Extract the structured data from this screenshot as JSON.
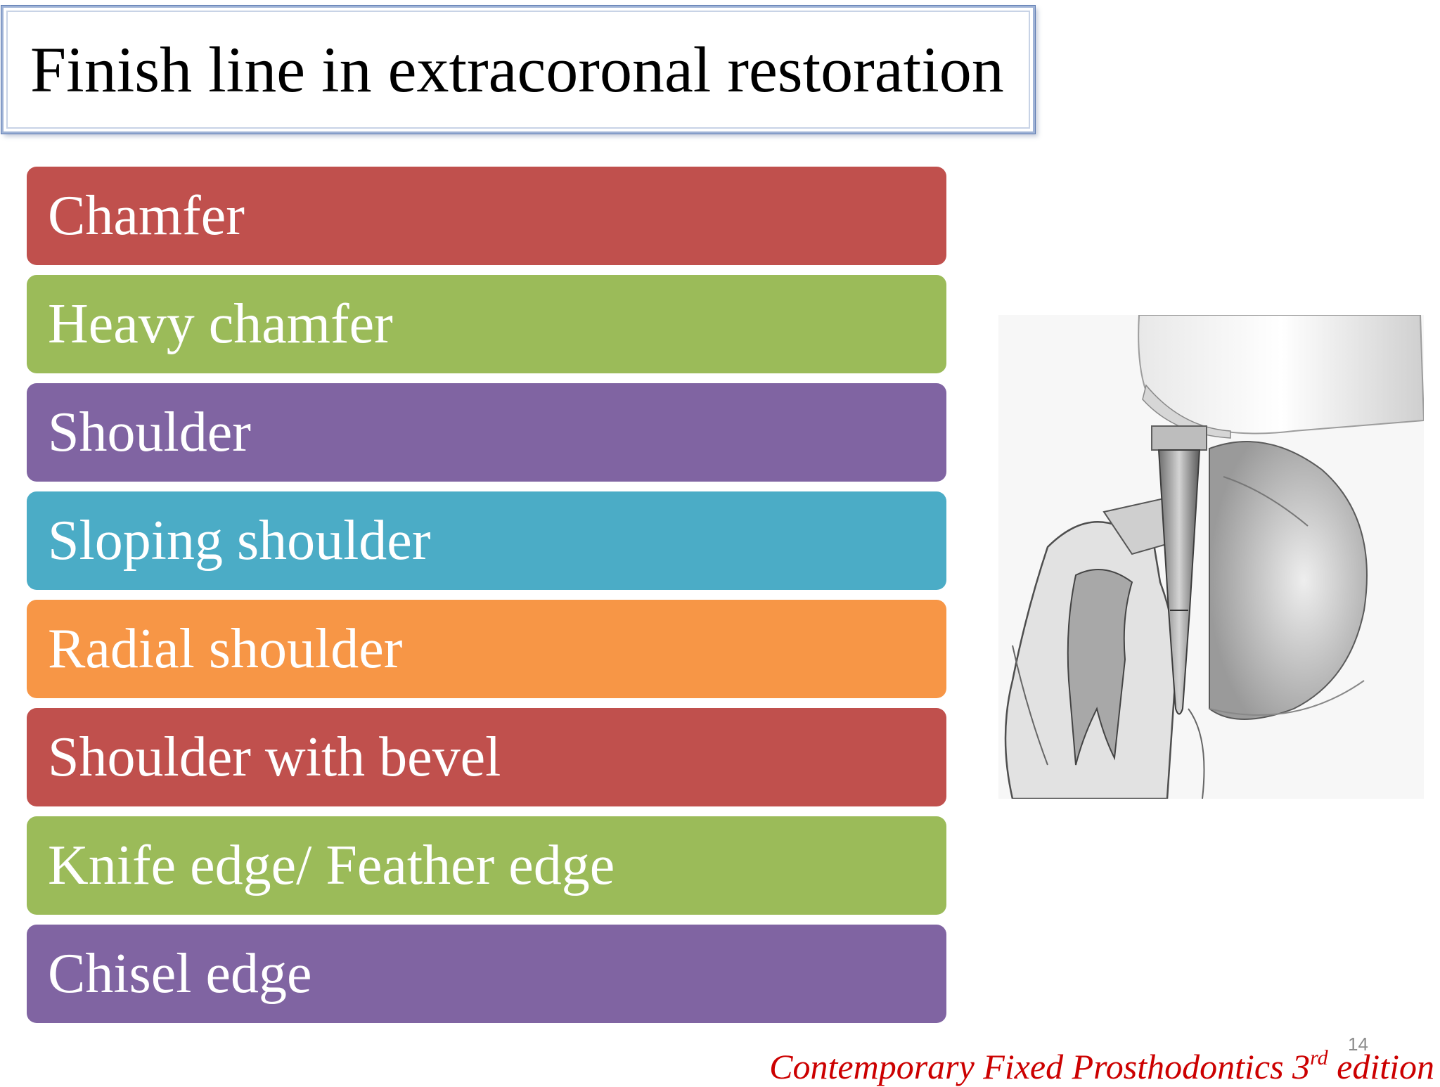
{
  "slide": {
    "title": "Finish line in extracoronal restoration",
    "page_number": "14",
    "citation": {
      "text_before": "Contemporary Fixed Prosthodontics 3",
      "superscript": "rd",
      "text_after": " edition",
      "color": "#cc0000"
    }
  },
  "items": [
    {
      "label": "Chamfer",
      "color": "#c0504d"
    },
    {
      "label": "Heavy chamfer",
      "color": "#9bbb59"
    },
    {
      "label": "Shoulder",
      "color": "#8064a2"
    },
    {
      "label": "Sloping shoulder",
      "color": "#4bacc6"
    },
    {
      "label": "Radial shoulder",
      "color": "#f79646"
    },
    {
      "label": "Shoulder with bevel",
      "color": "#c0504d"
    },
    {
      "label": "Knife edge/ Feather edge",
      "color": "#9bbb59"
    },
    {
      "label": "Chisel edge",
      "color": "#8064a2"
    }
  ],
  "illustration": {
    "icon": "tooth-preparation-drawing-icon"
  }
}
